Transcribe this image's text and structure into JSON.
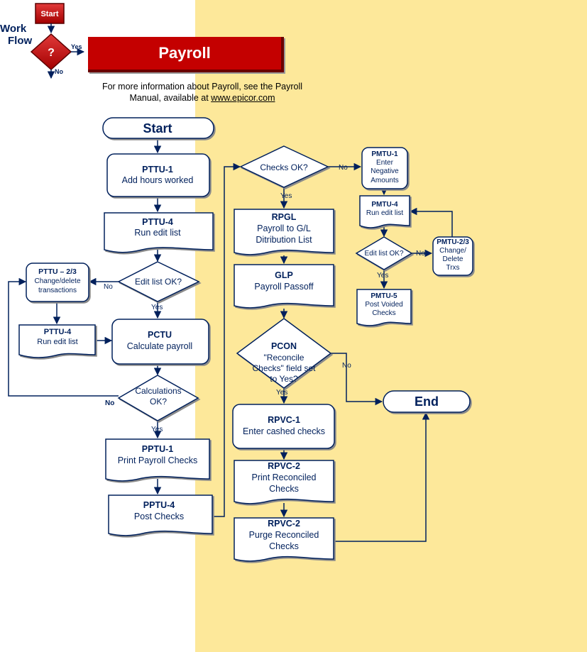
{
  "logo": {
    "start": "Start",
    "word1": "Work",
    "word2": "Flow",
    "question": "?",
    "yes": "Yes",
    "no": "No"
  },
  "header": {
    "title": "Payroll",
    "info_line1": "For more information about Payroll, see the Payroll",
    "info_line2": "Manual, available at ",
    "info_link": "www.epicor.com"
  },
  "nodes": {
    "start": "Start",
    "pttu1": {
      "code": "PTTU-1",
      "text": "Add hours worked"
    },
    "pttu4a": {
      "code": "PTTU-4",
      "text": "Run edit list"
    },
    "editlist_ok": "Edit list OK?",
    "pttu23": {
      "code": "PTTU – 2/3",
      "line1": "Change/delete",
      "line2": "transactions"
    },
    "pttu4b": {
      "code": "PTTU-4",
      "text": "Run edit list"
    },
    "pctu": {
      "code": "PCTU",
      "text": "Calculate payroll"
    },
    "calc_ok": {
      "line1": "Calculations",
      "line2": "OK?"
    },
    "pptu1": {
      "code": "PPTU-1",
      "text": "Print Payroll Checks"
    },
    "pptu4": {
      "code": "PPTU-4",
      "text": "Post Checks"
    },
    "checks_ok": "Checks OK?",
    "rpgl": {
      "code": "RPGL",
      "line1": "Payroll to G/L",
      "line2": "Ditribution List"
    },
    "glp": {
      "code": "GLP",
      "text": "Payroll Passoff"
    },
    "pcon": {
      "code": "PCON",
      "line1": "\"Reconcile",
      "line2": "Checks\" field set",
      "line3": "to Yes?"
    },
    "rpvc1": {
      "code": "RPVC-1",
      "text": "Enter cashed checks"
    },
    "rpvc2a": {
      "code": "RPVC-2",
      "line1": "Print Reconciled",
      "line2": "Checks"
    },
    "rpvc2b": {
      "code": "RPVC-2",
      "line1": "Purge Reconciled",
      "line2": "Checks"
    },
    "end": "End",
    "pmtu1": {
      "code": "PMTU-1",
      "line1": "Enter",
      "line2": "Negative",
      "line3": "Amounts"
    },
    "pmtu4": {
      "code": "PMTU-4",
      "text": "Run edit list"
    },
    "pm_editlist_ok": "Edit list OK?",
    "pmtu23": {
      "code": "PMTU-2/3",
      "line1": "Change/",
      "line2": "Delete",
      "line3": "Trxs"
    },
    "pmtu5": {
      "code": "PMTU-5",
      "line1": "Post Voided",
      "line2": "Checks"
    }
  },
  "labels": {
    "yes": "Yes",
    "no": "No"
  },
  "colors": {
    "navy": "#00205c",
    "right_panel": "#fde89a",
    "banner_red": "#c40000"
  }
}
